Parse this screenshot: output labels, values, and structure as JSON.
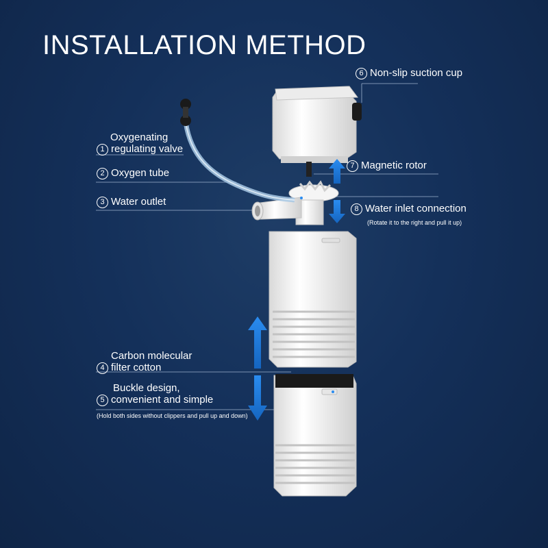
{
  "title": "INSTALLATION METHOD",
  "labels": {
    "l1": {
      "num": "1",
      "text_a": "Oxygenating",
      "text_b": "regulating valve"
    },
    "l2": {
      "num": "2",
      "text": "Oxygen tube"
    },
    "l3": {
      "num": "3",
      "text": "Water outlet"
    },
    "l4": {
      "num": "4",
      "text_a": "Carbon molecular",
      "text_b": "filter cotton"
    },
    "l5": {
      "num": "5",
      "text_a": "Buckle design,",
      "text_b": "convenient and simple",
      "note": "(Hold both sides without clippers and pull up and down)"
    },
    "l6": {
      "num": "6",
      "text": "Non-slip suction cup"
    },
    "l7": {
      "num": "7",
      "text": "Magnetic rotor"
    },
    "l8": {
      "num": "8",
      "text": "Water inlet connection",
      "note": "(Rotate it to the right and pull it up)"
    }
  },
  "colors": {
    "background": "#14305a",
    "arrow": "#1f7be0",
    "product": "#f2f2f2"
  }
}
